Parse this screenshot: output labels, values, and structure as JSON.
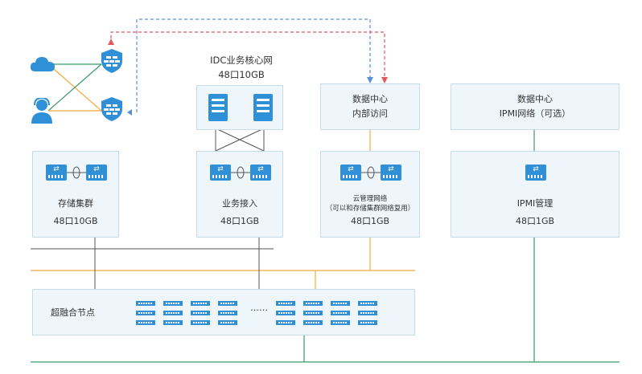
{
  "idc_core": {
    "title": "IDC业务核心网",
    "subtitle": "48口10GB"
  },
  "dc_internal": {
    "line1": "数据中心",
    "line2": "内部访问"
  },
  "dc_ipmi": {
    "line1": "数据中心",
    "line2": "IPMI网络（可选）"
  },
  "storage": {
    "name": "存储集群",
    "ports": "48口10GB"
  },
  "business": {
    "name": "业务接入",
    "ports": "48口1GB"
  },
  "cloud_mgmt": {
    "name": "云管理网络",
    "note": "（可以和存储集群网络复用）",
    "ports": "48口1GB"
  },
  "ipmi": {
    "name": "IPMI管理",
    "ports": "48口1GB"
  },
  "hci": {
    "label": "超融合节点",
    "ellipsis": "……"
  },
  "icons": [
    "cloud-icon",
    "user-headset-icon",
    "firewall-icon",
    "switch-icon",
    "server-icon"
  ],
  "colors": {
    "accent": "#2f8fd7",
    "box_bg": "#eef6fb",
    "box_border": "#c6dcea",
    "orange": "#f2a93b",
    "green": "#3a9a6a",
    "red_dash": "#e05a5a",
    "blue_dash": "#5b8fd6"
  }
}
